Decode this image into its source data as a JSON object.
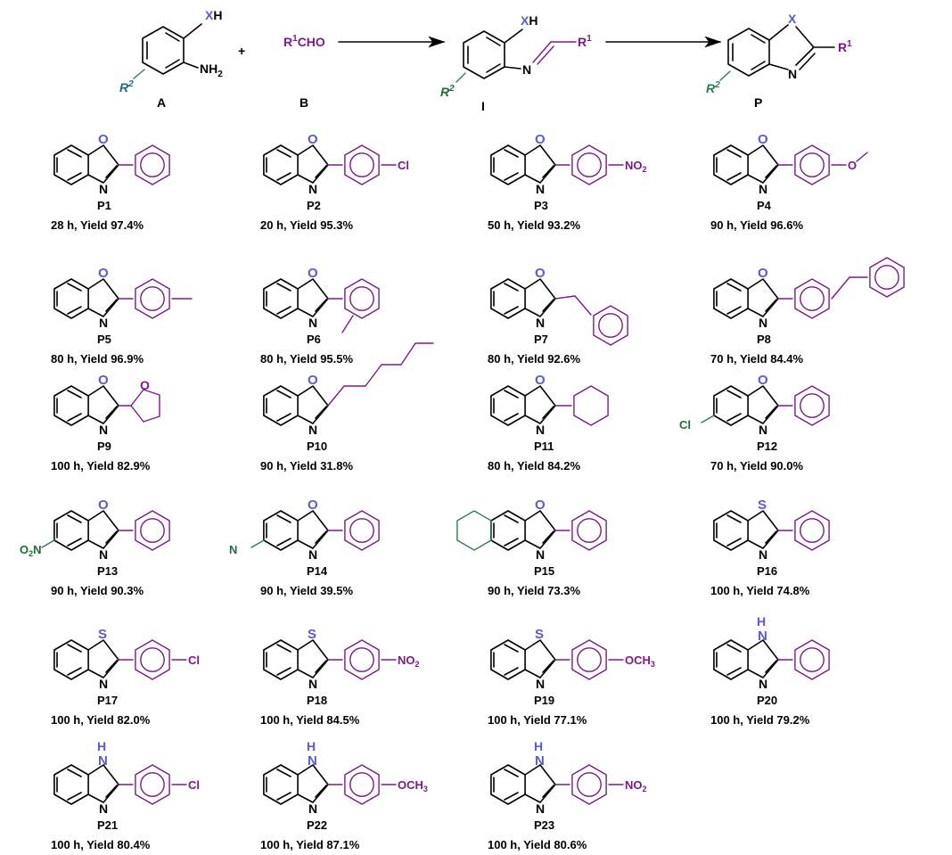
{
  "colors": {
    "core": "#000000",
    "heteroatom": "#5a5ad6",
    "r1_group": "#7a1a86",
    "r2_group": "#1f6b3a"
  },
  "scheme": {
    "reactant_a": {
      "label": "A",
      "x_atom": "X",
      "x_h": "H",
      "nh2": "NH",
      "nh2_sub": "2",
      "r2": "R",
      "r2_sup": "2"
    },
    "plus": "+",
    "reactant_b": {
      "label": "B",
      "text_pre": "R",
      "text_sup": "1",
      "text_post": "CHO"
    },
    "intermediate": {
      "label": "I",
      "x_atom": "X",
      "x_h": "H",
      "n": "N",
      "r1": "R",
      "r1_sup": "1",
      "r2": "R",
      "r2_sup": "2"
    },
    "product": {
      "label": "P",
      "x_atom": "X",
      "n": "N",
      "r1": "R",
      "r1_sup": "1",
      "r2": "R",
      "r2_sup": "2"
    }
  },
  "products": [
    {
      "id": "P1",
      "condition": "28 h, Yield 97.4%",
      "hetero": "O",
      "core": "benzo",
      "subst": "phenyl"
    },
    {
      "id": "P2",
      "condition": "20 h, Yield  95.3%",
      "hetero": "O",
      "core": "benzo",
      "subst": "p-Cl",
      "group": "Cl"
    },
    {
      "id": "P3",
      "condition": "50 h, Yield 93.2%",
      "hetero": "O",
      "core": "benzo",
      "subst": "p-NO2",
      "group": "NO",
      "group_sub": "2"
    },
    {
      "id": "P4",
      "condition": "90 h, Yield 96.6%",
      "hetero": "O",
      "core": "benzo",
      "subst": "p-OMe",
      "group": "O"
    },
    {
      "id": "P5",
      "condition": "80 h, Yield 96.9%",
      "hetero": "O",
      "core": "benzo",
      "subst": "p-Me"
    },
    {
      "id": "P6",
      "condition": "80 h, Yield 95.5%",
      "hetero": "O",
      "core": "benzo",
      "subst": "o-Me"
    },
    {
      "id": "P7",
      "condition": "80 h, Yield 92.6%",
      "hetero": "O",
      "core": "benzo",
      "subst": "styryl"
    },
    {
      "id": "P8",
      "condition": "70 h, Yield 84.4%",
      "hetero": "O",
      "core": "benzo",
      "subst": "stilbenyl"
    },
    {
      "id": "P9",
      "condition": "100 h, Yield 82.9%",
      "hetero": "O",
      "core": "benzo",
      "subst": "furyl",
      "group": "O"
    },
    {
      "id": "P10",
      "condition": "90 h, Yield 31.8%",
      "hetero": "O",
      "core": "benzo",
      "subst": "hexyl"
    },
    {
      "id": "P11",
      "condition": "80 h, Yield 84.2%",
      "hetero": "O",
      "core": "benzo",
      "subst": "cyclohexyl"
    },
    {
      "id": "P12",
      "condition": "70 h, Yield 90.0%",
      "hetero": "O",
      "core": "chloro",
      "subst": "phenyl",
      "core_group": "Cl"
    },
    {
      "id": "P13",
      "condition": "90 h, Yield 90.3%",
      "hetero": "O",
      "core": "nitro",
      "subst": "phenyl",
      "core_group_pre": "O",
      "core_group_sub": "2",
      "core_group_post": "N"
    },
    {
      "id": "P14",
      "condition": "90 h, Yield 39.5%",
      "hetero": "O",
      "core": "cyano",
      "subst": "phenyl",
      "core_group": "N"
    },
    {
      "id": "P15",
      "condition": "90 h, Yield 73.3%",
      "hetero": "O",
      "core": "naphtho",
      "subst": "phenyl"
    },
    {
      "id": "P16",
      "condition": "100 h, Yield 74.8%",
      "hetero": "S",
      "core": "benzo",
      "subst": "phenyl"
    },
    {
      "id": "P17",
      "condition": "100 h, Yield 82.0%",
      "hetero": "S",
      "core": "benzo",
      "subst": "p-Cl",
      "group": "Cl"
    },
    {
      "id": "P18",
      "condition": "100 h, Yield 84.5%",
      "hetero": "S",
      "core": "benzo",
      "subst": "p-NO2",
      "group": "NO",
      "group_sub": "2"
    },
    {
      "id": "P19",
      "condition": "100 h, Yield 77.1%",
      "hetero": "S",
      "core": "benzo",
      "subst": "p-OCH3",
      "group": "OCH",
      "group_sub": "3"
    },
    {
      "id": "P20",
      "condition": "100 h, Yield 79.2%",
      "hetero": "NH",
      "core": "benzo",
      "subst": "phenyl"
    },
    {
      "id": "P21",
      "condition": "100 h, Yield 80.4%",
      "hetero": "NH",
      "core": "benzo",
      "subst": "p-Cl",
      "group": "Cl"
    },
    {
      "id": "P22",
      "condition": "100 h, Yield 87.1%",
      "hetero": "NH",
      "core": "benzo",
      "subst": "p-OCH3",
      "group": "OCH",
      "group_sub": "3"
    },
    {
      "id": "P23",
      "condition": "100 h, Yield 80.6%",
      "hetero": "NH",
      "core": "benzo",
      "subst": "p-NO2",
      "group": "NO",
      "group_sub": "2"
    }
  ]
}
